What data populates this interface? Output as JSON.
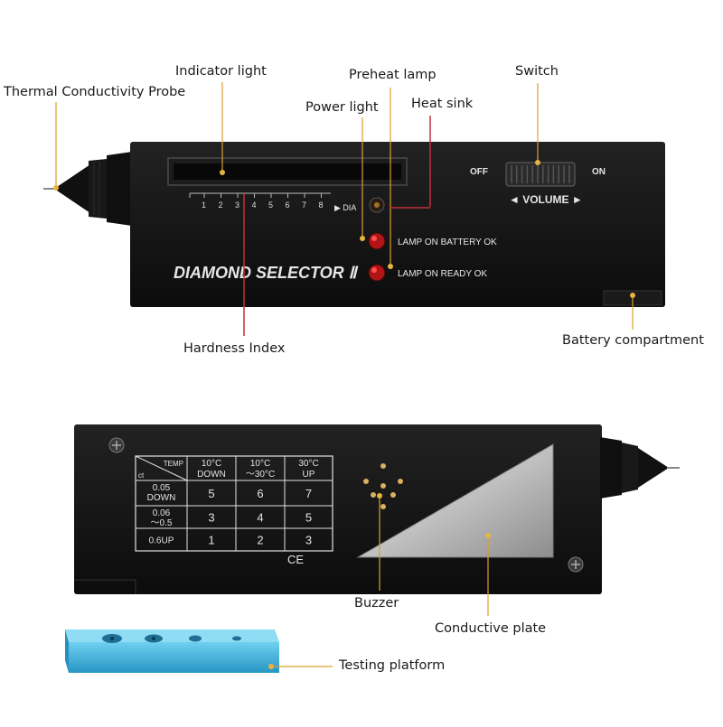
{
  "callouts": {
    "thermal_probe": "Thermal Conductivity Probe",
    "indicator_light": "Indicator light",
    "preheat_lamp": "Preheat lamp",
    "power_light": "Power light",
    "heat_sink": "Heat sink",
    "switch": "Switch",
    "hardness_index": "Hardness Index",
    "battery_compartment": "Battery compartment",
    "buzzer": "Buzzer",
    "conductive_plate": "Conductive plate",
    "testing_platform": "Testing platform"
  },
  "device_top": {
    "brand": "DIAMOND SELECTOR Ⅱ",
    "scale": [
      "1",
      "2",
      "3",
      "4",
      "5",
      "6",
      "7",
      "8"
    ],
    "dia": "▶ DIA",
    "lamp_battery": "LAMP ON BATTERY OK",
    "lamp_ready": "LAMP ON READY OK",
    "off": "OFF",
    "on": "ON",
    "volume": "◄ VOLUME ►"
  },
  "device_bottom": {
    "ce_mark": "CE",
    "table": {
      "corner_top": "TEMP",
      "corner_bottom": "ct",
      "headers": [
        [
          "10°C",
          "DOWN"
        ],
        [
          "10°C",
          "～30°C"
        ],
        [
          "30°C",
          "UP"
        ]
      ],
      "rows": [
        {
          "label": [
            "0.05",
            "DOWN"
          ],
          "values": [
            "5",
            "6",
            "7"
          ]
        },
        {
          "label": [
            "0.06",
            "～0.5"
          ],
          "values": [
            "3",
            "4",
            "5"
          ]
        },
        {
          "label": [
            "0.6UP"
          ],
          "values": [
            "1",
            "2",
            "3"
          ]
        }
      ]
    }
  },
  "colors": {
    "device_body": "#141414",
    "leader_line": "#d8a030",
    "heat_sink_line": "#c4303a",
    "hardness_line": "#c4303a",
    "red_lamp": "#d01a1a",
    "platform": "#42b4de"
  }
}
